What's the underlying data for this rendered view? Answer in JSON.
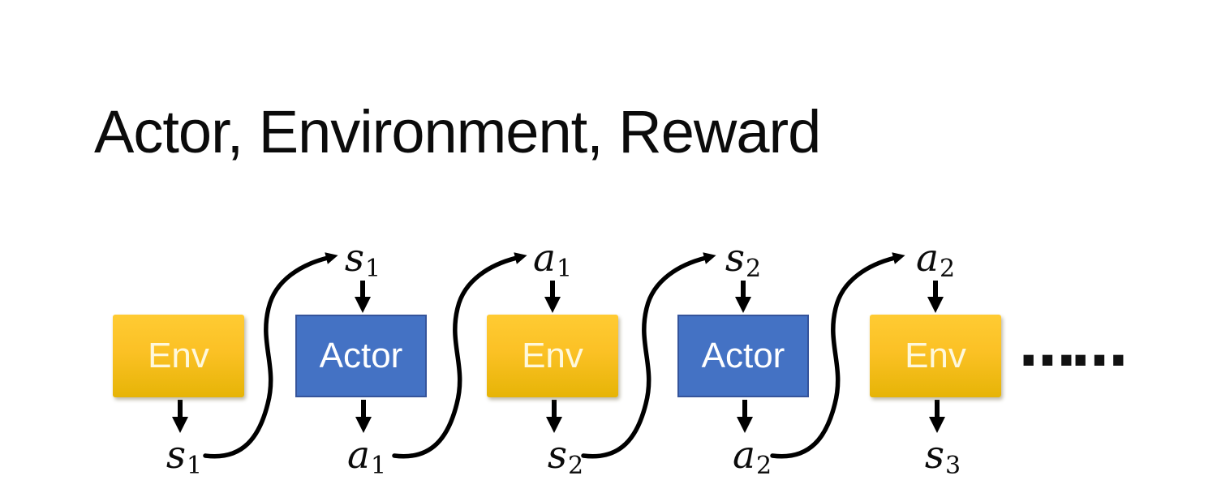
{
  "title": "Actor, Environment, Reward",
  "colors": {
    "env_gradient_top": "#FFCB33",
    "env_gradient_bottom": "#E6B406",
    "env_text": "#FEF8DC",
    "actor_fill": "#4472C4",
    "actor_border": "#35549B",
    "actor_text": "#FFFFFF",
    "arrow": "#000000",
    "title_text": "#0B0B0B"
  },
  "boxes": [
    {
      "label": "Env",
      "type": "env"
    },
    {
      "label": "Actor",
      "type": "actor"
    },
    {
      "label": "Env",
      "type": "env"
    },
    {
      "label": "Actor",
      "type": "actor"
    },
    {
      "label": "Env",
      "type": "env"
    }
  ],
  "top_labels": [
    {
      "base": "s",
      "sub": "1"
    },
    {
      "base": "a",
      "sub": "1"
    },
    {
      "base": "s",
      "sub": "2"
    },
    {
      "base": "a",
      "sub": "2"
    }
  ],
  "bottom_labels": [
    {
      "base": "s",
      "sub": "1"
    },
    {
      "base": "a",
      "sub": "1"
    },
    {
      "base": "s",
      "sub": "2"
    },
    {
      "base": "a",
      "sub": "2"
    },
    {
      "base": "s",
      "sub": "3"
    }
  ],
  "ellipsis": "……"
}
